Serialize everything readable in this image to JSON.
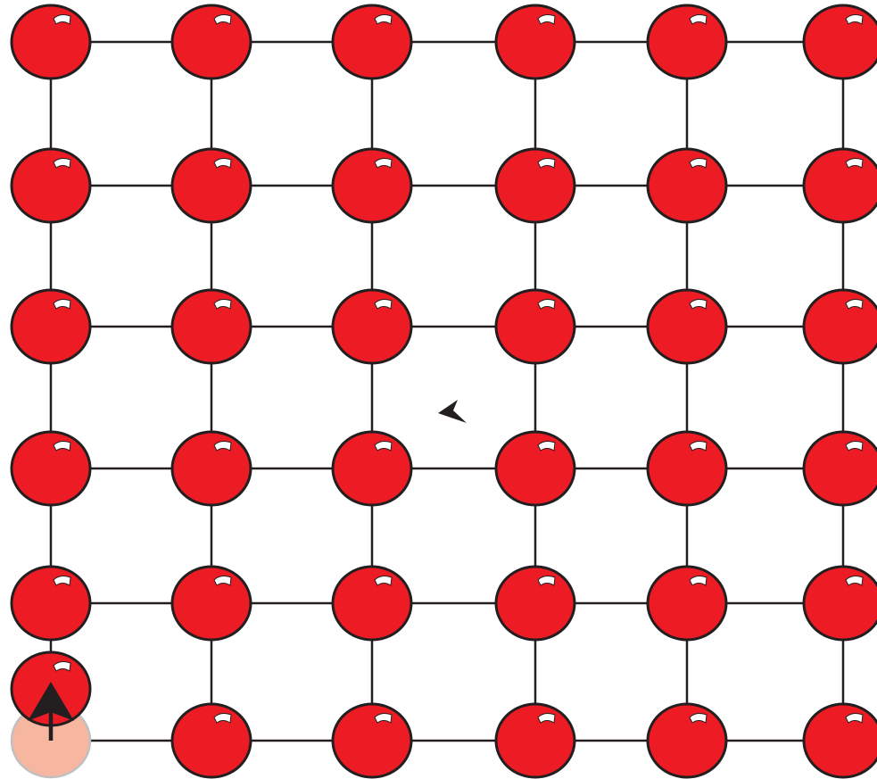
{
  "lattice": {
    "rows": 6,
    "cols": 6,
    "colors": {
      "sphere_fill": "#ed1c24",
      "sphere_stroke": "#231f20",
      "bond": "#231f20",
      "highlight": "#ffffff",
      "vacancy_fill": "#f7b6a0",
      "vacancy_stroke": "#c0c0c0",
      "arrow": "#231f20"
    },
    "vacancy": {
      "row": 5,
      "col": 0
    },
    "displaced_atom": {
      "row": 5,
      "col": 0,
      "moved_to": "up"
    },
    "arrow_icon": "up-arrow-icon",
    "cursor_icon": "arrowhead-icon"
  }
}
